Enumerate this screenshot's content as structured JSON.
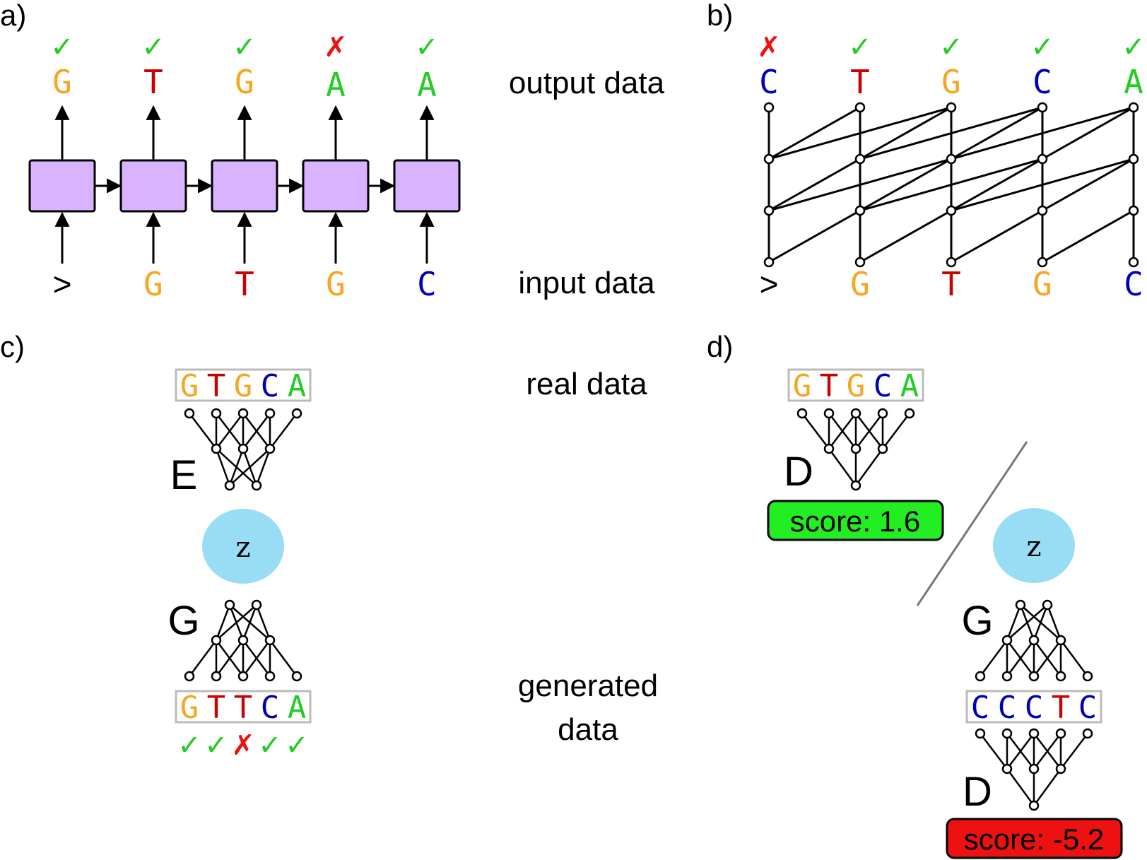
{
  "panels": {
    "a": {
      "label": "a)"
    },
    "b": {
      "label": "b)"
    },
    "c": {
      "label": "c)"
    },
    "d": {
      "label": "d)"
    }
  },
  "labels": {
    "output_data": "output data",
    "input_data": "input data",
    "real_data": "real data",
    "generated_data_line1": "generated",
    "generated_data_line2": "data"
  },
  "rnn": {
    "inputs": [
      ">",
      "G",
      "T",
      "G",
      "C"
    ],
    "outputs": [
      "G",
      "T",
      "G",
      "A",
      "A"
    ],
    "marks": [
      "✓",
      "✓",
      "✓",
      "✗",
      "✓"
    ]
  },
  "conv": {
    "inputs": [
      ">",
      "G",
      "T",
      "G",
      "C"
    ],
    "outputs": [
      "C",
      "T",
      "G",
      "C",
      "A"
    ],
    "marks": [
      "✗",
      "✓",
      "✓",
      "✓",
      "✓"
    ]
  },
  "vae": {
    "encoder_letter": "E",
    "latent": "z",
    "generator_letter": "G",
    "real_seq": [
      "G",
      "T",
      "G",
      "C",
      "A"
    ],
    "gen_seq": [
      "G",
      "T",
      "T",
      "C",
      "A"
    ],
    "gen_marks": [
      "✓",
      "✓",
      "✗",
      "✓",
      "✓"
    ]
  },
  "gan": {
    "disc_letter": "D",
    "gen_letter": "G",
    "latent": "z",
    "real_seq": [
      "G",
      "T",
      "G",
      "C",
      "A"
    ],
    "fake_seq": [
      "C",
      "C",
      "C",
      "T",
      "C"
    ],
    "real_score": "score:  1.6",
    "fake_score": "score: -5.2"
  },
  "colors": {
    "G": "#f5a623",
    "T": "#cc0000",
    "C": "#0000bb",
    "A": "#22cc22",
    ">": "#000000",
    "check": "#22cc22",
    "cross": "#ee1111",
    "cell_fill": "#d9b3ff",
    "latent_fill": "#99ddf5",
    "score_good": "#22ee22",
    "score_bad": "#ee1111"
  }
}
